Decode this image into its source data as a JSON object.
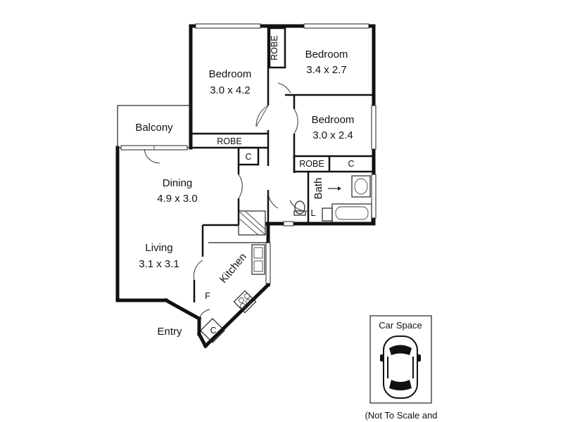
{
  "floorplan": {
    "rooms": {
      "bedroom_main": {
        "name": "Bedroom",
        "size": "3.0 x 4.2"
      },
      "bedroom_2": {
        "name": "Bedroom",
        "size": "3.4 x 2.7"
      },
      "bedroom_3": {
        "name": "Bedroom",
        "size": "3.0 x 2.4"
      },
      "balcony": {
        "name": "Balcony"
      },
      "dining": {
        "name": "Dining",
        "size": "4.9 x 3.0"
      },
      "living": {
        "name": "Living",
        "size": "3.1 x 3.1"
      },
      "kitchen": {
        "name": "Kitchen"
      },
      "bath": {
        "name": "Bath"
      }
    },
    "labels": {
      "robe": "ROBE",
      "cupboard": "C",
      "fridge": "F",
      "laundry": "L",
      "entry": "Entry"
    },
    "car_space": {
      "title": "Car Space"
    },
    "note": "(Not To Scale and"
  }
}
